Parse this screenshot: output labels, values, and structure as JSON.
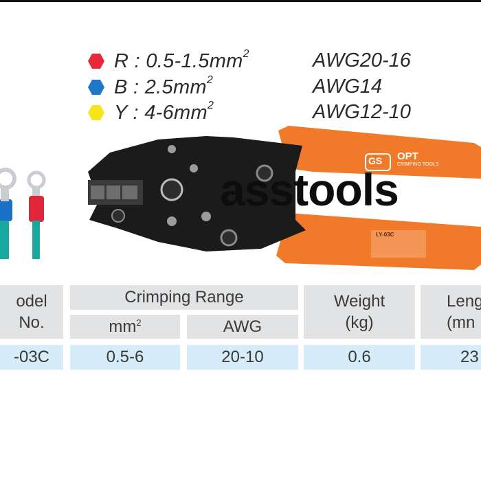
{
  "legend": [
    {
      "color_name": "red",
      "color": "#e8293a",
      "code": "R",
      "range": "0.5-1.5mm",
      "exp": "2",
      "awg": "AWG20-16"
    },
    {
      "color_name": "blue",
      "color": "#1f77c8",
      "code": "B",
      "range": "2.5mm",
      "exp": "2",
      "awg": "AWG14"
    },
    {
      "color_name": "yellow",
      "color": "#f6e51c",
      "code": "Y",
      "range": "4-6mm",
      "exp": "2",
      "awg": "AWG12-10"
    }
  ],
  "tool": {
    "brand": "OPT",
    "logo": "GS",
    "subtitle": "CRIMPING TOOLS",
    "model_label": "LY-03C",
    "watermark": "asstools",
    "handle_color": "#f07a2a",
    "body_color": "#1b1b1b"
  },
  "table": {
    "model_header_line1": "odel",
    "model_header_line2": "No.",
    "crimping_range_header": "Crimping Range",
    "mm_header": "mm",
    "mm_exp": "2",
    "awg_header": "AWG",
    "weight_header_line1": "Weight",
    "weight_header_line2": "(kg)",
    "length_header_line1": "Leng",
    "length_header_line2": "(mn",
    "row": {
      "model": "-03C",
      "mm": "0.5-6",
      "awg": "20-10",
      "weight": "0.6",
      "length": "23"
    },
    "header_bg": "#e2e3e4",
    "value_bg": "#d6ecf8"
  }
}
